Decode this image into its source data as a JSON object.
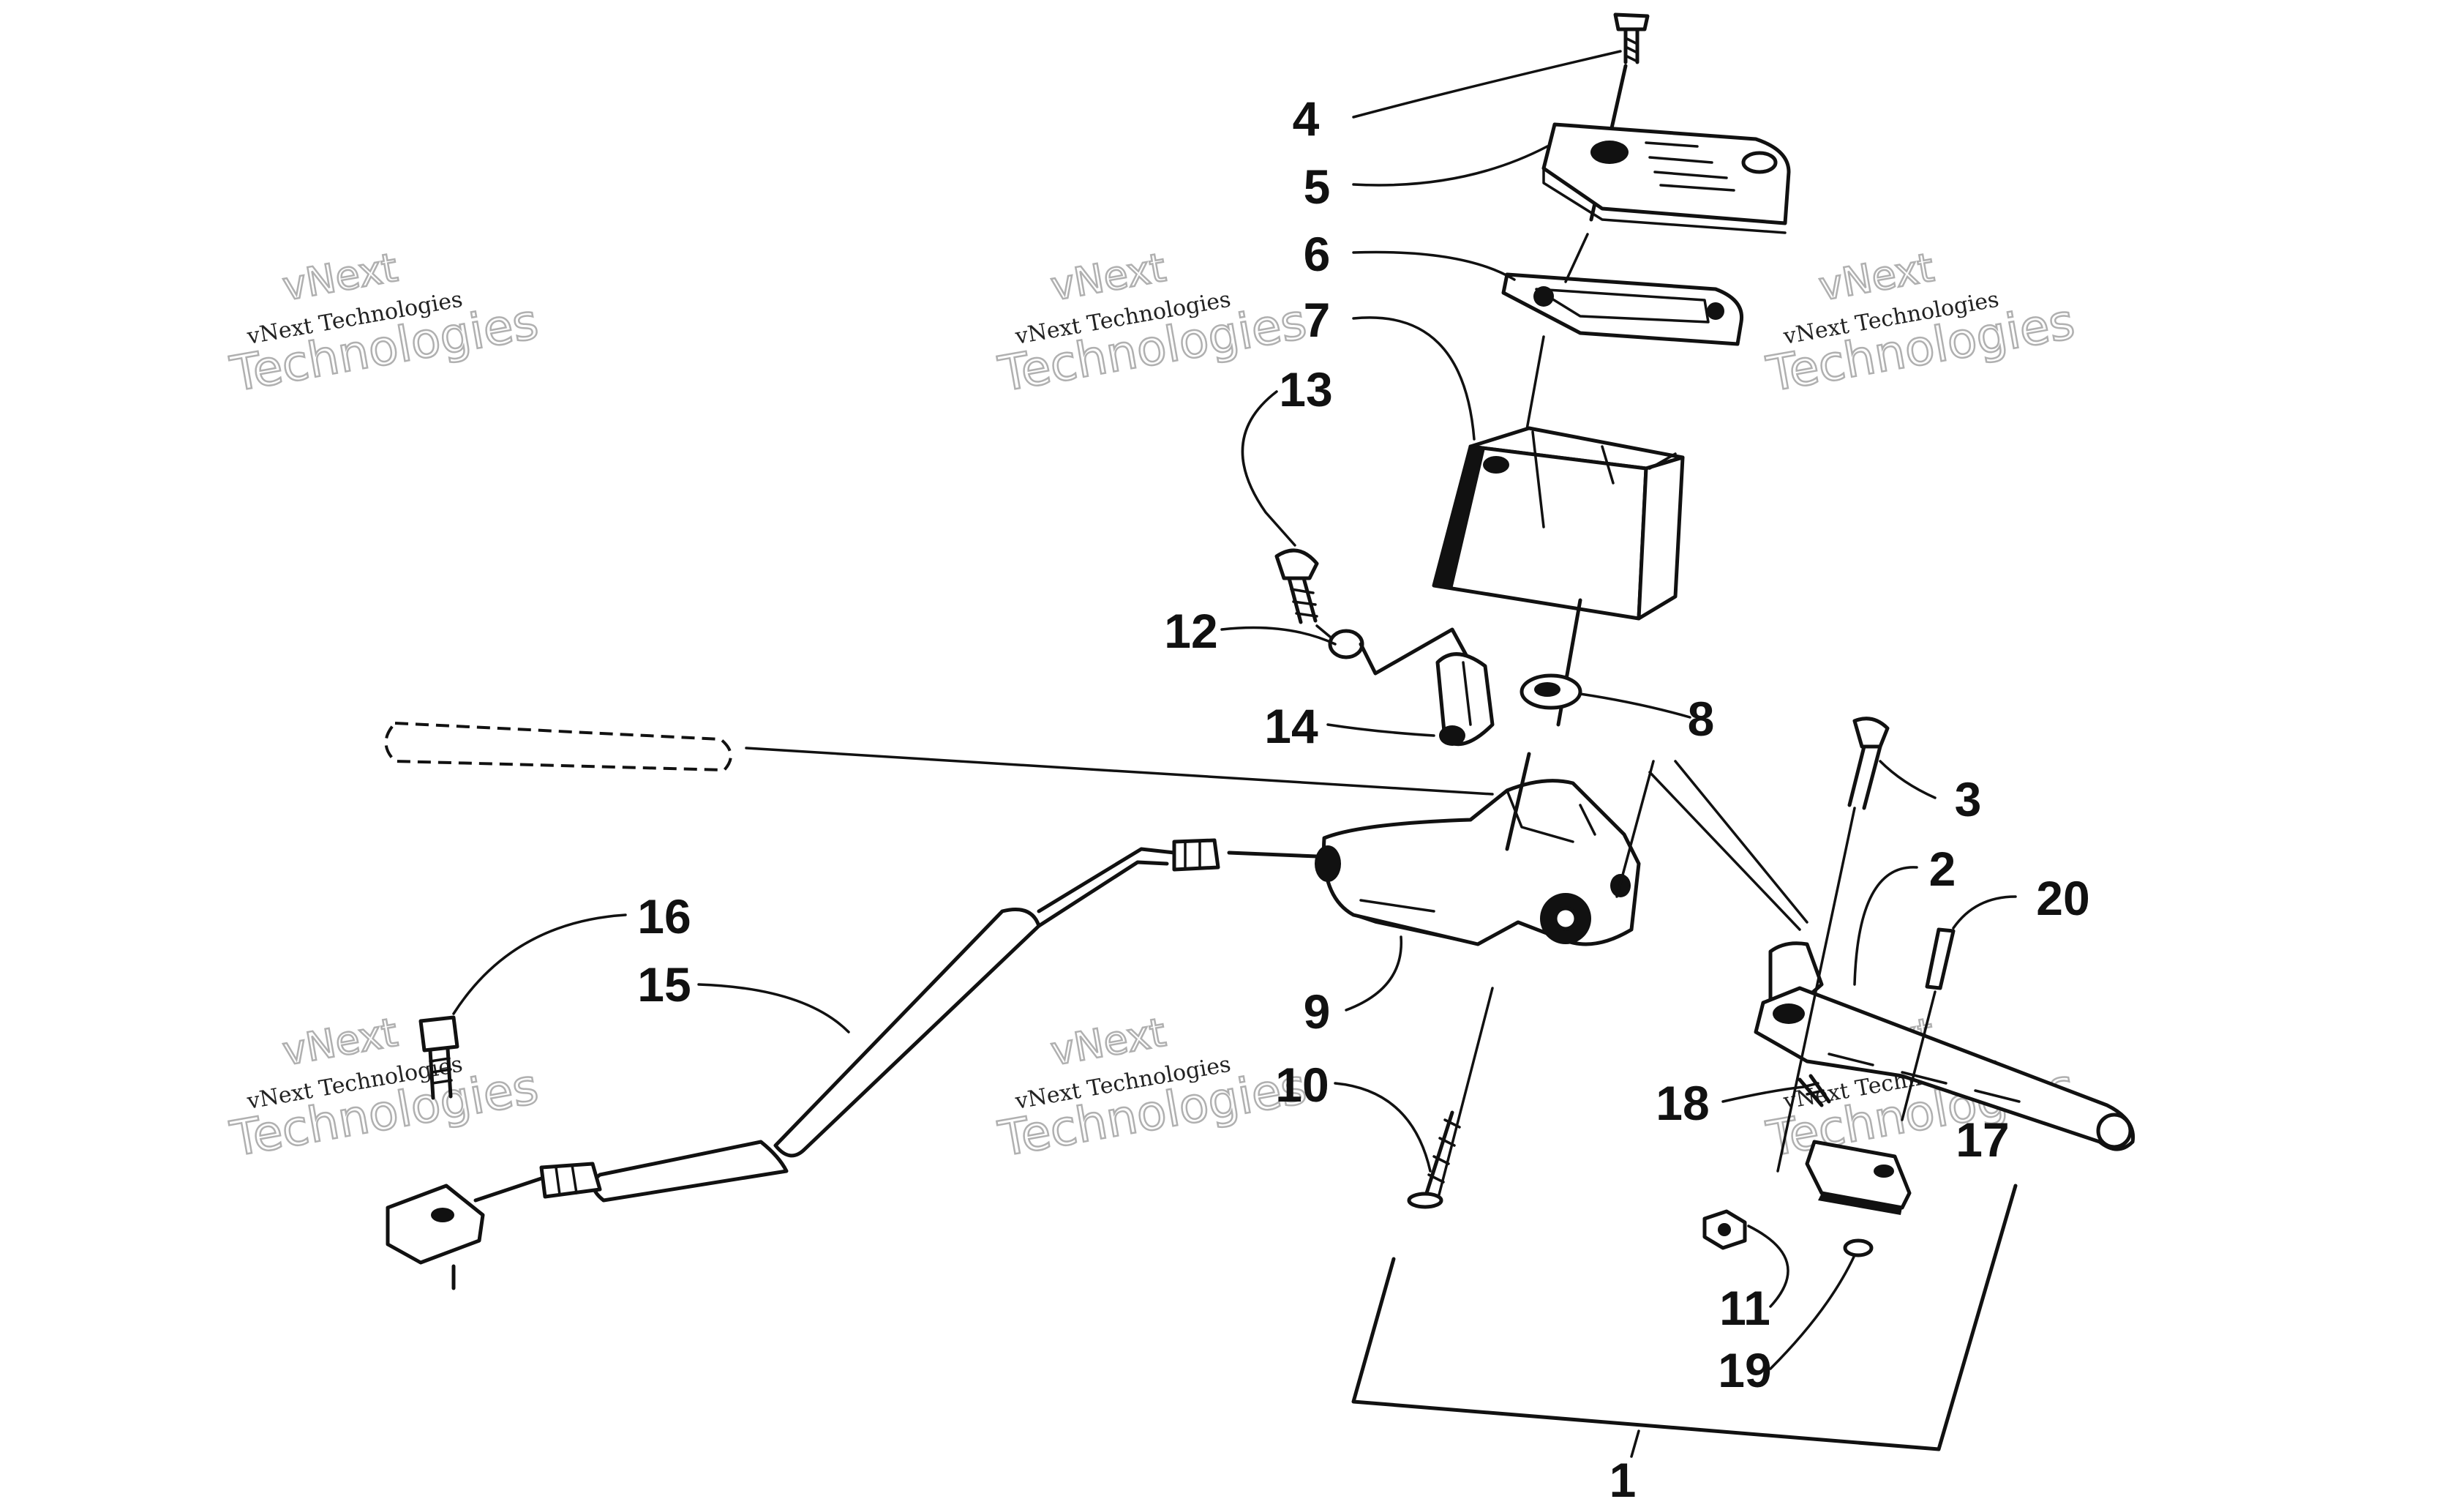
{
  "diagram": {
    "watermark": {
      "line_top": "vNext",
      "line_middle": "vNext Technologies",
      "line_bottom": "Technologies"
    },
    "callouts": [
      {
        "id": "c1",
        "label": "1"
      },
      {
        "id": "c2",
        "label": "2"
      },
      {
        "id": "c3",
        "label": "3"
      },
      {
        "id": "c4",
        "label": "4"
      },
      {
        "id": "c5",
        "label": "5"
      },
      {
        "id": "c6",
        "label": "6"
      },
      {
        "id": "c7",
        "label": "7"
      },
      {
        "id": "c8",
        "label": "8"
      },
      {
        "id": "c9",
        "label": "9"
      },
      {
        "id": "c10",
        "label": "10"
      },
      {
        "id": "c11",
        "label": "11"
      },
      {
        "id": "c12",
        "label": "12"
      },
      {
        "id": "c13",
        "label": "13"
      },
      {
        "id": "c14",
        "label": "14"
      },
      {
        "id": "c15",
        "label": "15"
      },
      {
        "id": "c16",
        "label": "16"
      },
      {
        "id": "c17",
        "label": "17"
      },
      {
        "id": "c18",
        "label": "18"
      },
      {
        "id": "c19",
        "label": "19"
      },
      {
        "id": "c20",
        "label": "20"
      }
    ]
  }
}
